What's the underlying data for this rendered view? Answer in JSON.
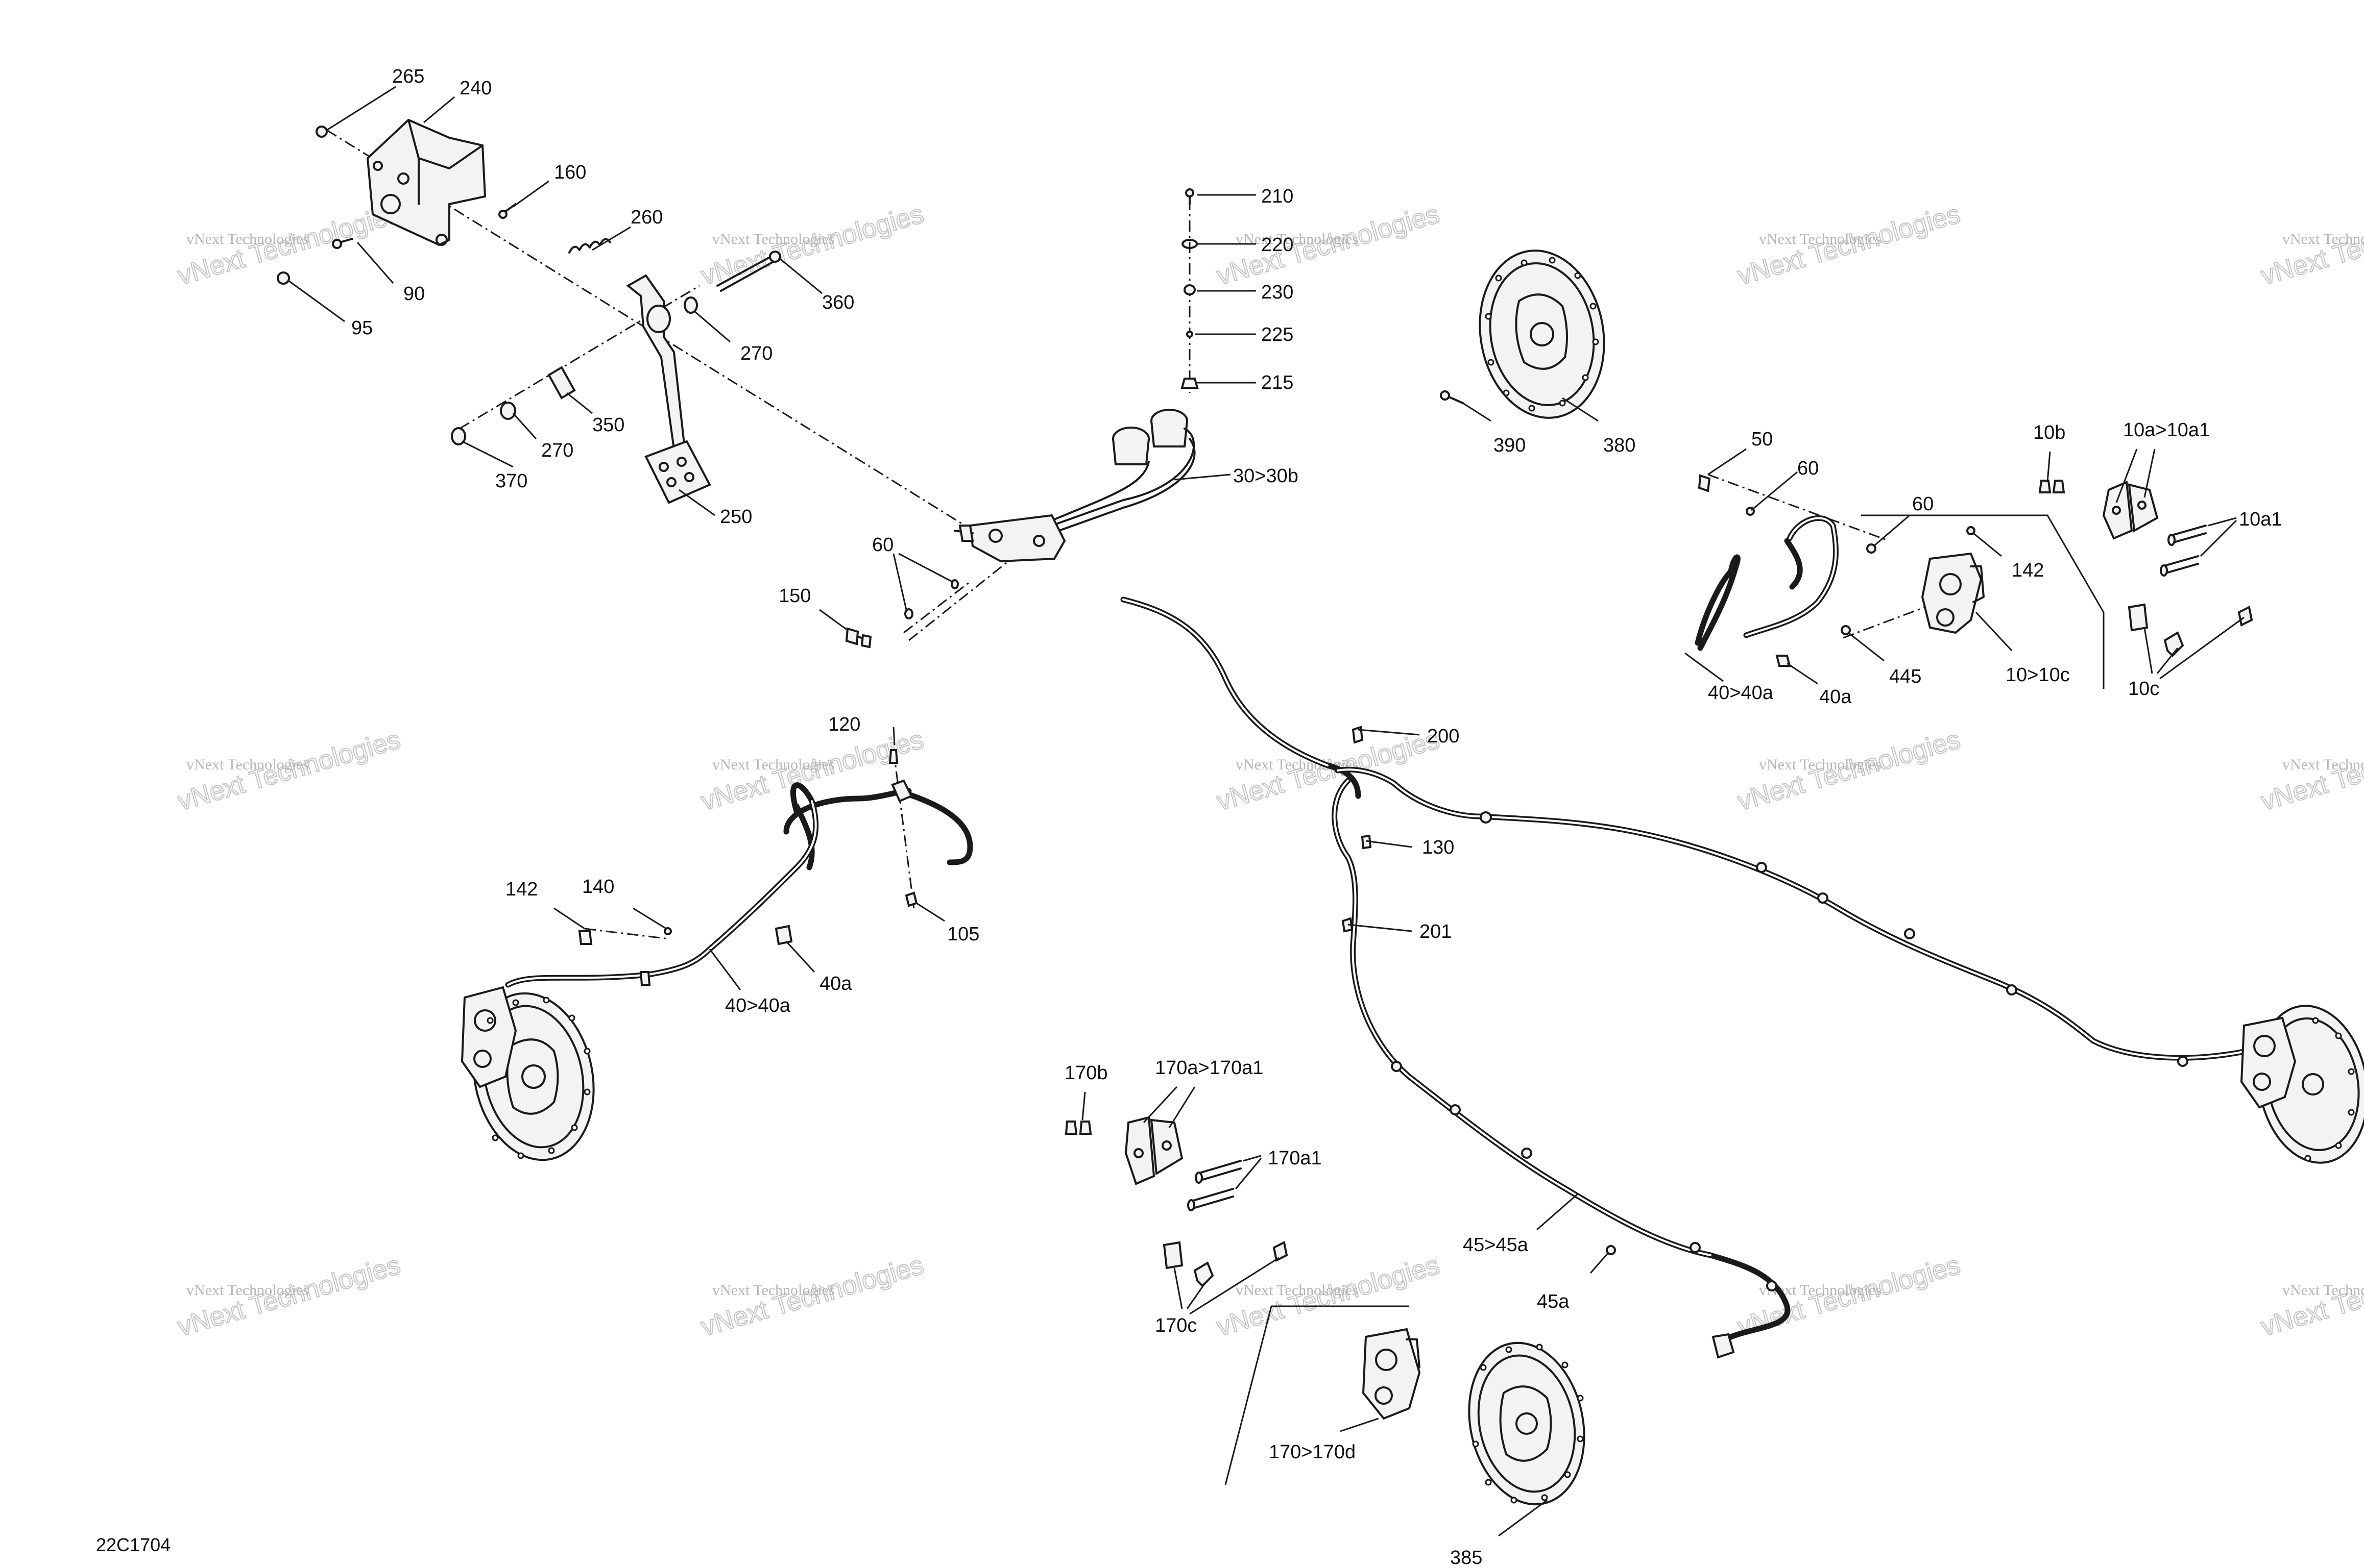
{
  "document_code": "22C1704",
  "watermark": {
    "line1": "vNext Technologies",
    "line2": "vNext Technologies"
  },
  "callouts": [
    "265",
    "240",
    "160",
    "260",
    "90",
    "95",
    "360",
    "270",
    "350",
    "270",
    "370",
    "250",
    "210",
    "220",
    "230",
    "225",
    "215",
    "30>30b",
    "60",
    "150",
    "390",
    "380",
    "50",
    "60",
    "60",
    "10b",
    "10a>10a1",
    "10a1",
    "142",
    "40>40a",
    "40a",
    "445",
    "10>10c",
    "10c",
    "120",
    "200",
    "130",
    "201",
    "142",
    "140",
    "40>40a",
    "40a",
    "105",
    "170b",
    "170a>170a1",
    "170a1",
    "170c",
    "45>45a",
    "45a",
    "170>170d",
    "385"
  ]
}
